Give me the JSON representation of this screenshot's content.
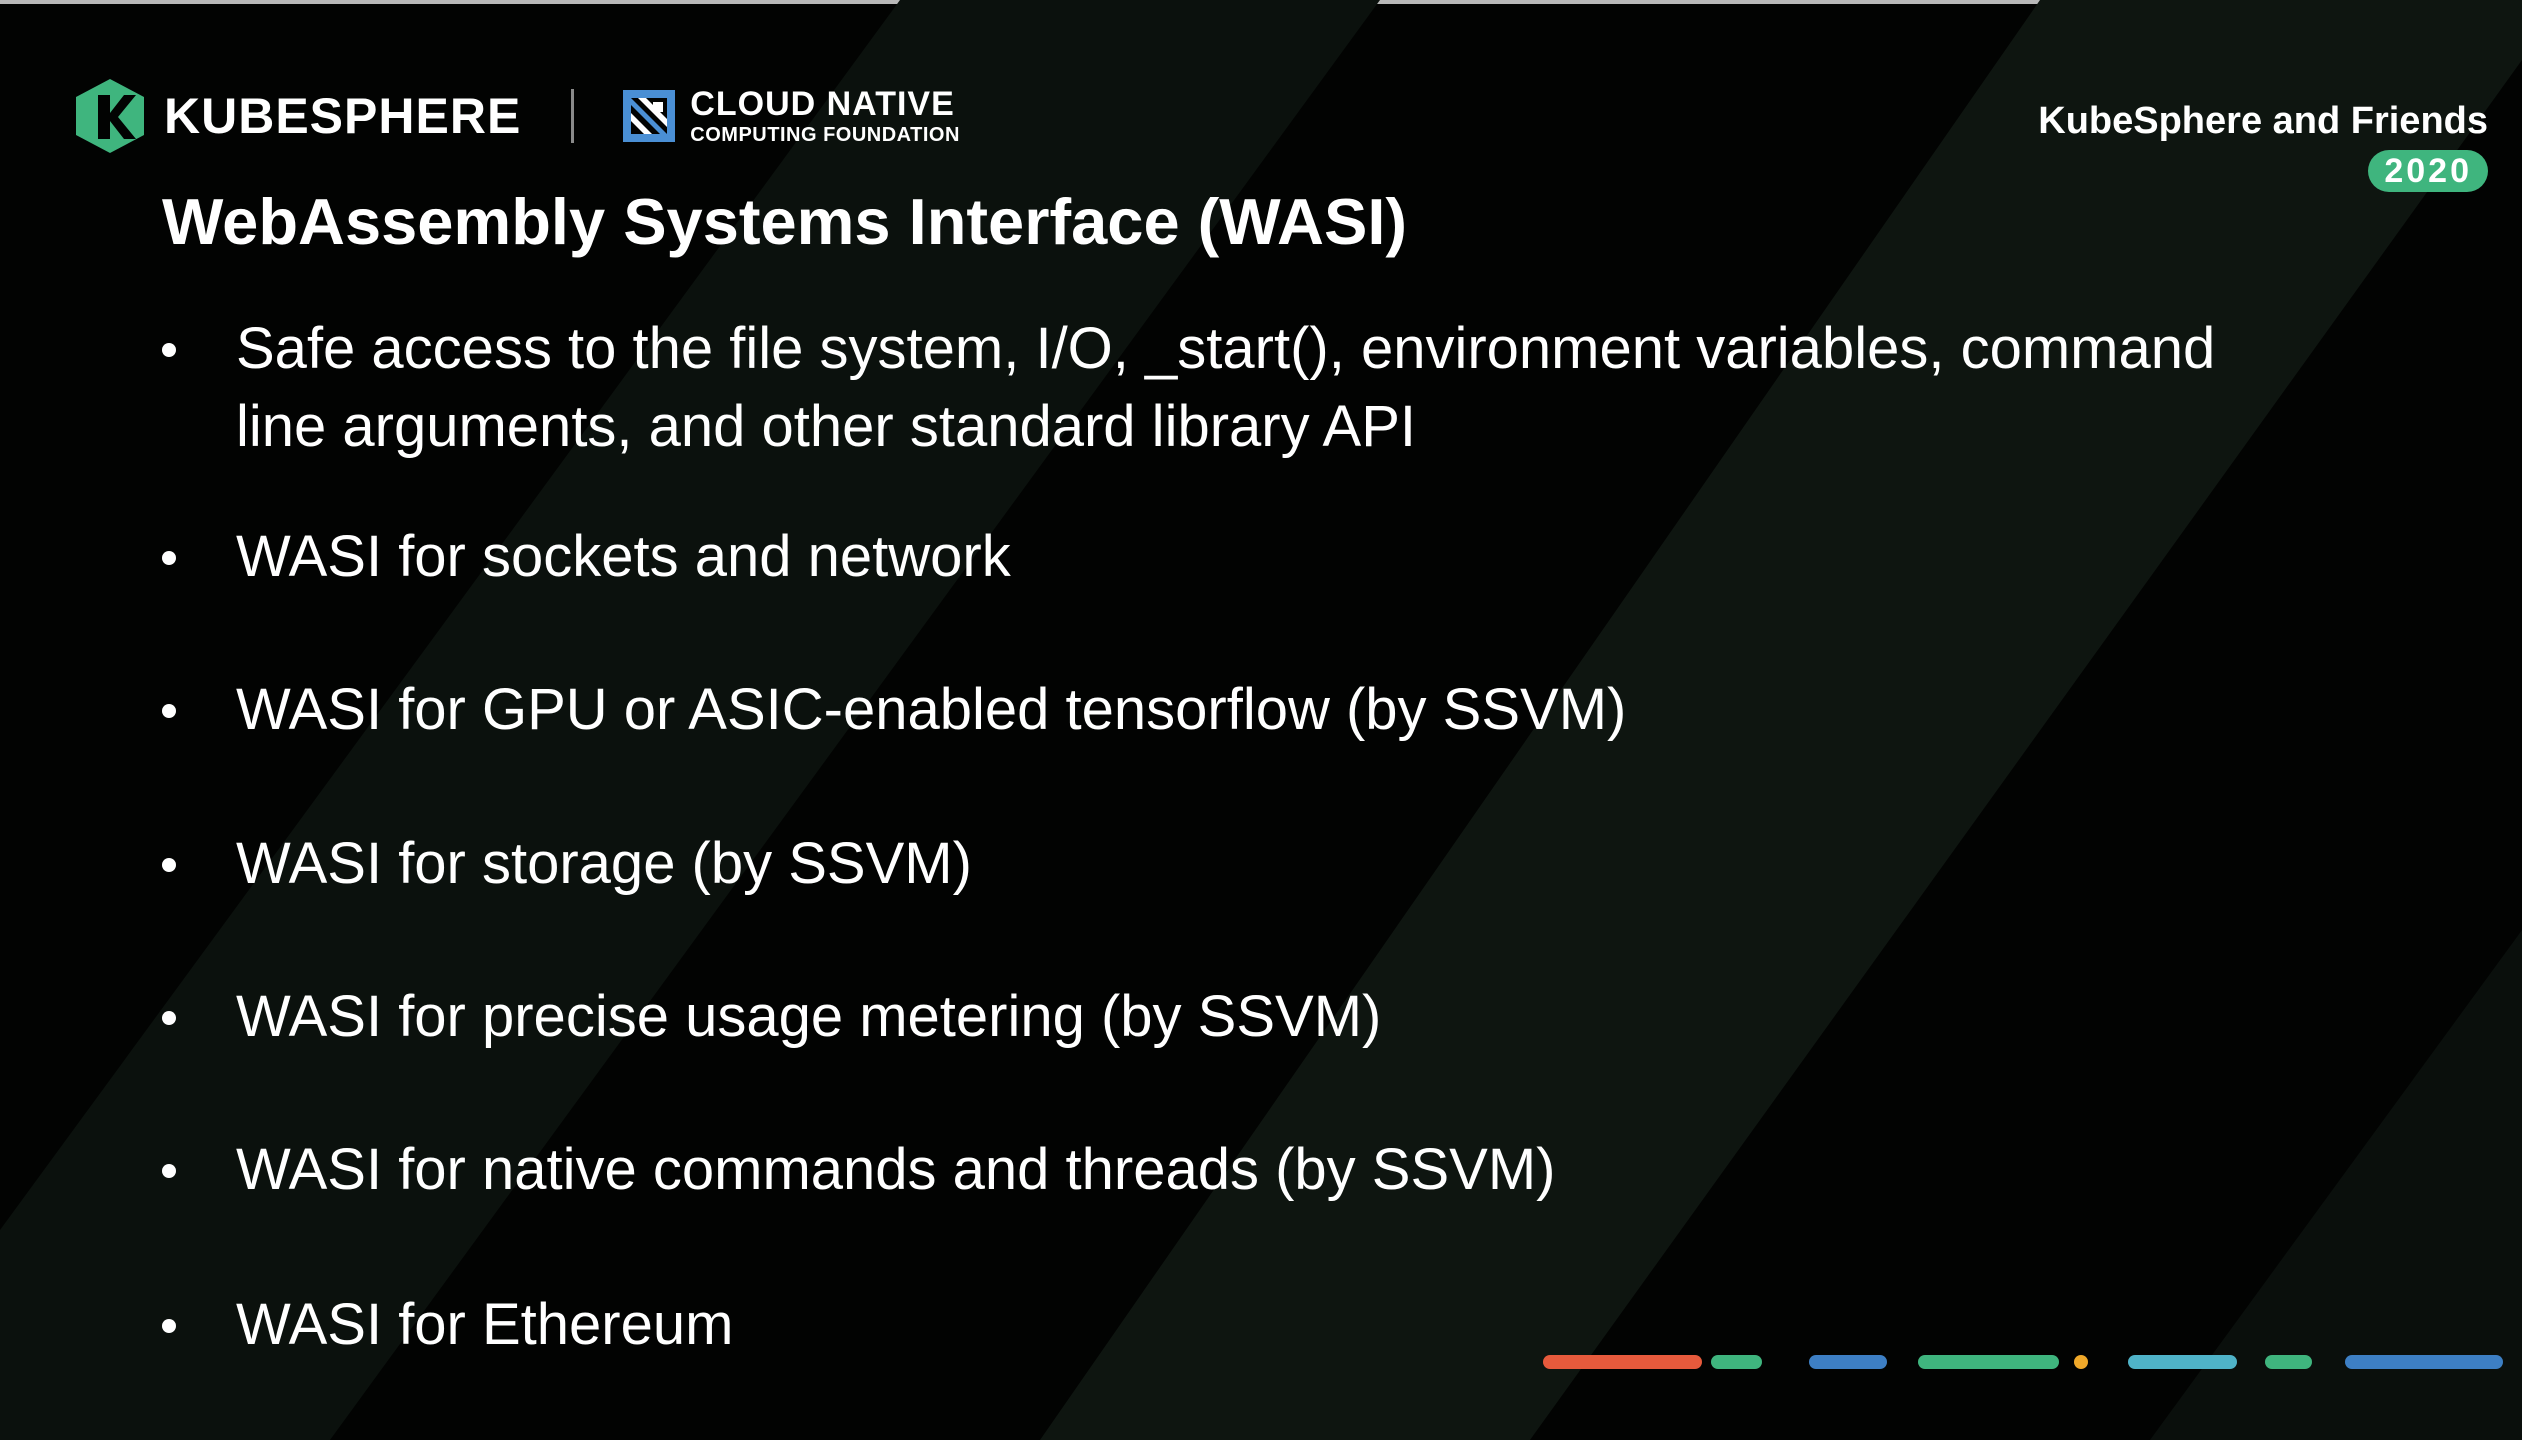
{
  "header": {
    "kubesphere_wordmark": "KUBESPHERE",
    "cncf_line1": "CLOUD NATIVE",
    "cncf_line2": "COMPUTING FOUNDATION"
  },
  "event": {
    "name": "KubeSphere and Friends",
    "year": "2020"
  },
  "slide": {
    "title": "WebAssembly Systems Interface (WASI)",
    "bullets": [
      {
        "line1": "Safe access to the file system, I/O, _start(), environment variables, command",
        "line2": "line arguments, and other standard library API"
      },
      {
        "line1": "WASI for sockets and network"
      },
      {
        "line1": "WASI for GPU or ASIC-enabled tensorflow (by SSVM)"
      },
      {
        "line1": "WASI for storage (by SSVM)"
      },
      {
        "line1": "WASI for precise usage metering (by SSVM)"
      },
      {
        "line1": "WASI for native commands and threads (by SSVM)"
      },
      {
        "line1": "WASI for Ethereum"
      }
    ]
  },
  "colors": {
    "background": "#020302",
    "kubesphere_green": "#3fb57e",
    "cncf_blue": "#4a8fd4",
    "stripe_orange": "#e65a3c",
    "stripe_green": "#3fb57e",
    "stripe_blue": "#3d7fc4",
    "stripe_yellow": "#f0a92a",
    "stripe_cyan": "#4fb3c8"
  }
}
